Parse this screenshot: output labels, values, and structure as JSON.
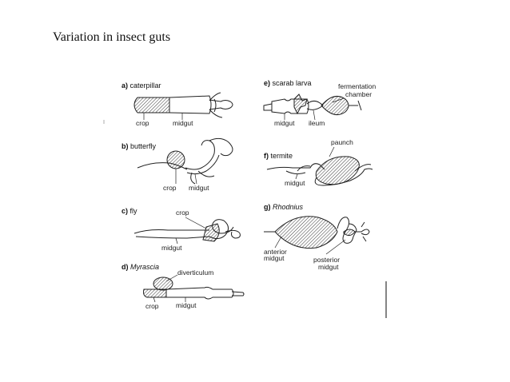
{
  "slide": {
    "title": "Variation in insect guts"
  },
  "panels": {
    "a": {
      "letter": "a)",
      "name": "caterpillar",
      "labels": {
        "crop": "crop",
        "midgut": "midgut"
      }
    },
    "b": {
      "letter": "b)",
      "name": "butterfly",
      "labels": {
        "crop": "crop",
        "midgut": "midgut"
      }
    },
    "c": {
      "letter": "c)",
      "name": "fly",
      "labels": {
        "crop": "crop",
        "midgut": "midgut"
      }
    },
    "d": {
      "letter": "d)",
      "name": "Myrascia",
      "labels": {
        "diverticulum": "diverticulum",
        "crop": "crop",
        "midgut": "midgut"
      }
    },
    "e": {
      "letter": "e)",
      "name": "scarab larva",
      "labels": {
        "fermentation": "fermentation",
        "chamber": "chamber",
        "midgut": "midgut",
        "ileum": "ileum"
      }
    },
    "f": {
      "letter": "f)",
      "name": "termite",
      "labels": {
        "paunch": "paunch",
        "midgut": "midgut"
      }
    },
    "g": {
      "letter": "g)",
      "name": "Rhodnius",
      "labels": {
        "anterior": "anterior",
        "anterior_2": "midgut",
        "posterior": "posterior",
        "posterior_2": "midgut"
      }
    }
  }
}
